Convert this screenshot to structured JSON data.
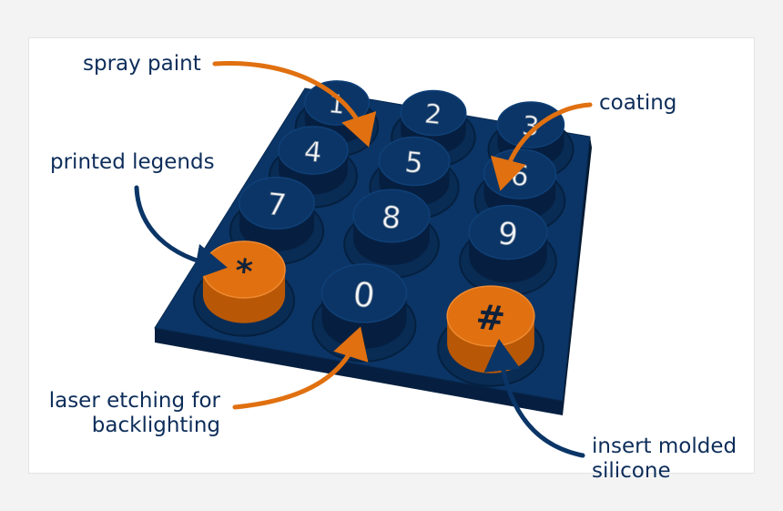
{
  "colors": {
    "background": "#f3f3f4",
    "panel": "#ffffff",
    "keypad_navy": "#0b3566",
    "keypad_navy_dark": "#061f40",
    "accent_orange": "#e07010",
    "label_text": "#0d2d5a",
    "legend_white": "#f4f6f8"
  },
  "labels": {
    "spray_paint": "spray paint",
    "coating": "coating",
    "printed_legends": "printed legends",
    "laser_etching_line1": "laser etching for",
    "laser_etching_line2": "backlighting",
    "insert_molded_line1": "insert molded",
    "insert_molded_line2": "silicone"
  },
  "keys": [
    {
      "legend": "1",
      "finish": "navy"
    },
    {
      "legend": "2",
      "finish": "navy"
    },
    {
      "legend": "3",
      "finish": "navy"
    },
    {
      "legend": "4",
      "finish": "navy"
    },
    {
      "legend": "5",
      "finish": "navy"
    },
    {
      "legend": "6",
      "finish": "navy"
    },
    {
      "legend": "7",
      "finish": "navy"
    },
    {
      "legend": "8",
      "finish": "navy"
    },
    {
      "legend": "9",
      "finish": "navy"
    },
    {
      "legend": "*",
      "finish": "orange"
    },
    {
      "legend": "0",
      "finish": "navy"
    },
    {
      "legend": "#",
      "finish": "orange"
    }
  ]
}
